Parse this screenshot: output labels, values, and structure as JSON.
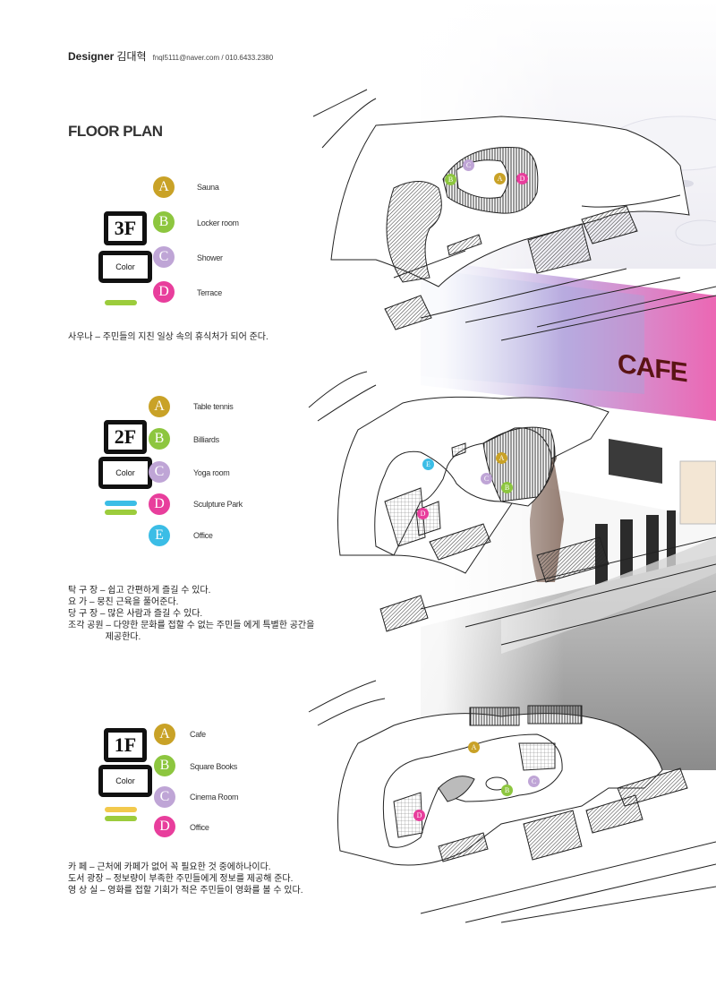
{
  "header": {
    "role": "Designer",
    "name": "김대혁",
    "contact": "fnql5111@naver.com / 010.6433.2380"
  },
  "title": "FLOOR PLAN",
  "background": {
    "sign_text": "CAFE"
  },
  "floors": [
    {
      "id": "3F",
      "floor_label": "3F",
      "color_label": "Color",
      "swatch_colors": [
        "#9ccc3c"
      ],
      "legend": [
        {
          "letter": "A",
          "label": "Sauna",
          "color": "#c9a227"
        },
        {
          "letter": "B",
          "label": "Locker room",
          "color": "#8dc63f"
        },
        {
          "letter": "C",
          "label": "Shower",
          "color": "#bfa5d6"
        },
        {
          "letter": "D",
          "label": "Terrace",
          "color": "#e83e9c"
        }
      ],
      "description": [
        "사우나 – 주민들의 지친 일상 속의 휴식처가 되어 준다."
      ]
    },
    {
      "id": "2F",
      "floor_label": "2F",
      "color_label": "Color",
      "swatch_colors": [
        "#3bbde6",
        "#9ccc3c"
      ],
      "legend": [
        {
          "letter": "A",
          "label": "Table tennis",
          "color": "#c9a227"
        },
        {
          "letter": "B",
          "label": "Billiards",
          "color": "#8dc63f"
        },
        {
          "letter": "C",
          "label": "Yoga room",
          "color": "#bfa5d6"
        },
        {
          "letter": "D",
          "label": "Sculpture Park",
          "color": "#e83e9c"
        },
        {
          "letter": "E",
          "label": "Office",
          "color": "#3bbde6"
        }
      ],
      "description": [
        "탁  구  장 – 쉽고 간편하게 즐길 수 있다.",
        "요        가 – 뭉친 근육을 풀어준다.",
        "당  구  장 – 많은 사람과 즐길 수 있다.",
        "조각 공원 – 다양한 문화를 접할 수 없는 주민들 에게 특별한 공간을",
        "               제공한다."
      ]
    },
    {
      "id": "1F",
      "floor_label": "1F",
      "color_label": "Color",
      "swatch_colors": [
        "#f2c94c",
        "#9ccc3c"
      ],
      "legend": [
        {
          "letter": "A",
          "label": "Cafe",
          "color": "#c9a227"
        },
        {
          "letter": "B",
          "label": "Square Books",
          "color": "#8dc63f"
        },
        {
          "letter": "C",
          "label": "Cinema Room",
          "color": "#bfa5d6"
        },
        {
          "letter": "D",
          "label": "Office",
          "color": "#e83e9c"
        }
      ],
      "description": [
        "카        페 – 근처에 카페가 없어 꼭 필요한 것 중에하나이다.",
        "도서 광장 – 정보량이 부족한 주민들에게 정보를 제공해 준다.",
        "영  상  실 – 영화를 접할 기회가 적은 주민들이 영화를 볼 수 있다."
      ]
    }
  ],
  "plan_markers": {
    "p3": [
      "A",
      "B",
      "C",
      "D"
    ],
    "p2": [
      "A",
      "B",
      "C",
      "D",
      "E"
    ],
    "p1": [
      "A",
      "B",
      "C",
      "D"
    ]
  }
}
